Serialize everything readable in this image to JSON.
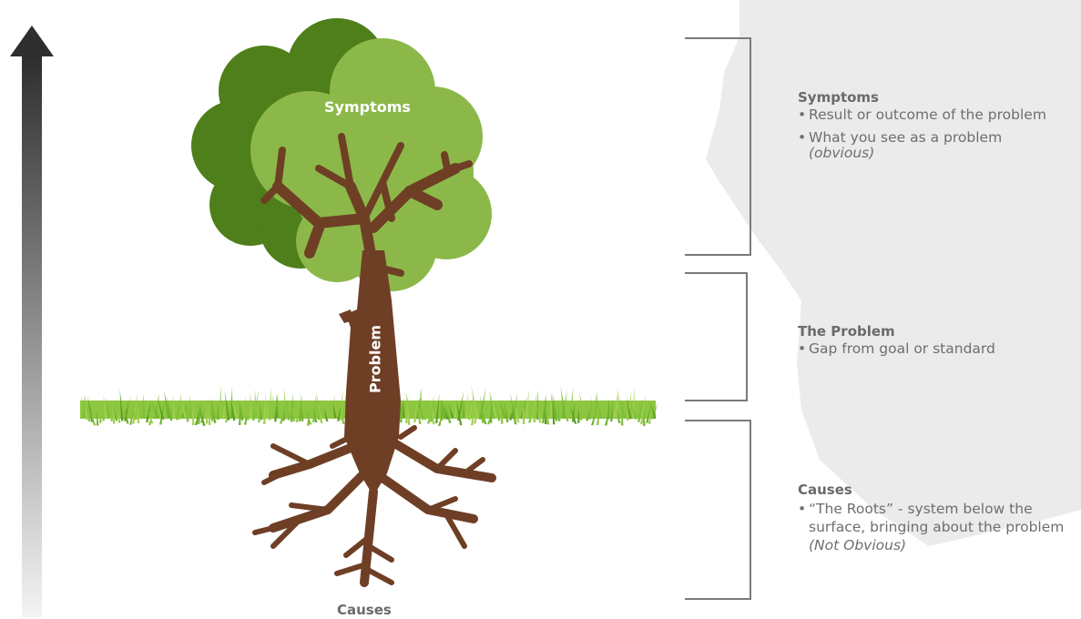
{
  "tree": {
    "symptoms_label": "Symptoms",
    "problem_label": "Problem",
    "causes_label": "Causes"
  },
  "panel": {
    "symptoms": {
      "title": "Symptoms",
      "bullet_1": "Result or outcome of the problem",
      "bullet_2_main": "What you see as a problem",
      "bullet_2_em": "(obvious)"
    },
    "problem": {
      "title": "The Problem",
      "bullet_1": "Gap from goal or standard"
    },
    "causes": {
      "title": "Causes",
      "bullet_1_main": "“The Roots” - system below the surface, bringing about the problem",
      "bullet_1_em": "(Not Obvious)"
    }
  },
  "colors": {
    "canopy_dark": "#4e7f1a",
    "canopy_light": "#8cb84a",
    "trunk": "#6e3f25",
    "grass": "#7cbf3a",
    "panel_bg": "#ebebeb",
    "bracket": "#7a7a7a",
    "arrow_top": "#2e2e2e",
    "arrow_bottom": "#f4f4f4"
  }
}
